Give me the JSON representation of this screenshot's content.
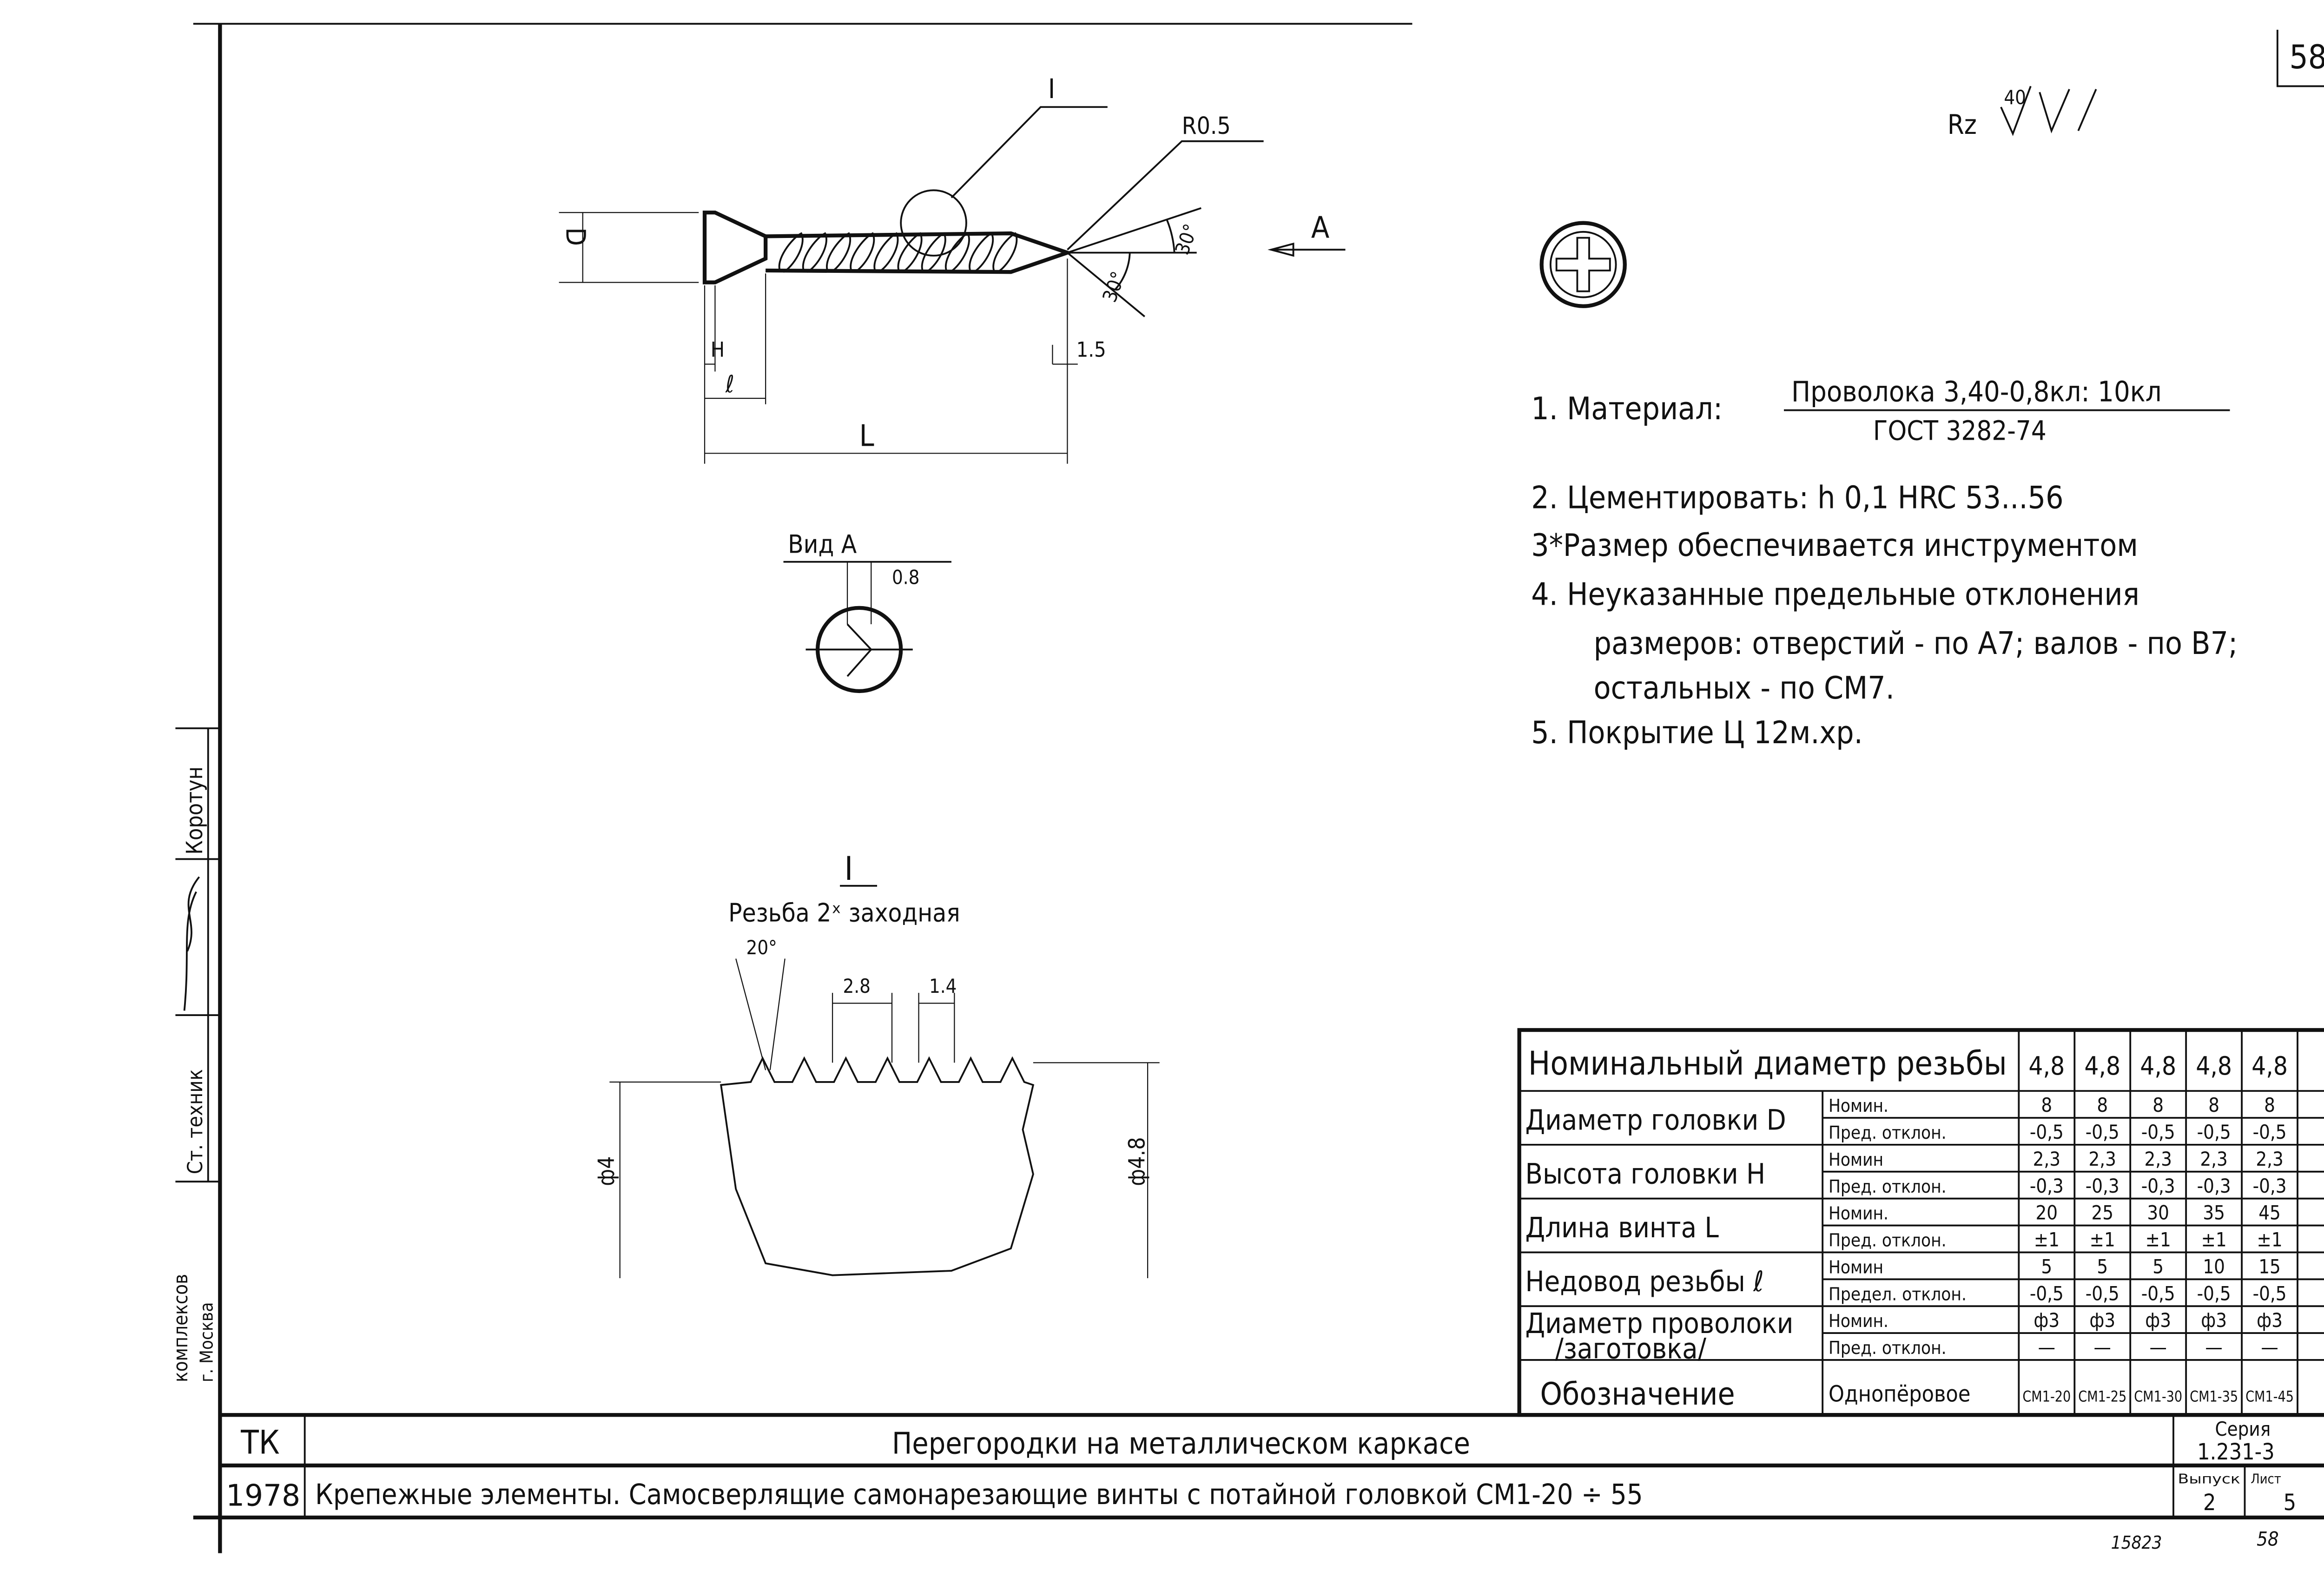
{
  "sheet": {
    "page_number_top": "58",
    "roughness": {
      "symbol": "Rz",
      "value": "40"
    },
    "archive_number": "15823",
    "page_number_bottom": "58"
  },
  "drawing": {
    "detail_label": "I",
    "radius": "R0.5",
    "view_arrow": "A",
    "dim_D": "D",
    "dim_H": "H",
    "dim_l": "ℓ",
    "dim_L": "L",
    "dim_tip": "1.5",
    "angle_1": "30°",
    "angle_2": "30°",
    "view_title": "Вид  А",
    "view_dim": "0.8",
    "detail_title": "I",
    "thread_caption": "Резьба  2ˣ  заходная",
    "thread_angle": "20°",
    "pitch": "2.8",
    "crest": "1.4",
    "dia_inner": "ф4",
    "dia_outer": "ф4.8"
  },
  "notes": {
    "n1_prefix": "1.  Материал:",
    "n1_top": "Проволока 3,40-0,8кл: 10кл",
    "n1_bottom": "ГОСТ 3282-74",
    "n2": "2.  Цементировать: h 0,1  HRC  53...56",
    "n3": "3*Размер  обеспечивается  инструментом",
    "n4a": "4.  Неуказанные  предельные  отклонения",
    "n4b": "размеров: отверстий - по А7; валов - по В7;",
    "n4c": "остальных - по СМ7.",
    "n5": "5.  Покрытие    Ц 12м.хр."
  },
  "table": {
    "header_label": "Номинальный  диаметр  резьбы",
    "header_values": [
      "4,8",
      "4,8",
      "4,8",
      "4,8",
      "4,8"
    ],
    "groups": [
      {
        "label": "Диаметр головки D",
        "rows": [
          {
            "sub": "Номин.",
            "values": [
              "8",
              "8",
              "8",
              "8",
              "8"
            ]
          },
          {
            "sub": "Пред. отклон.",
            "values": [
              "-0,5",
              "-0,5",
              "-0,5",
              "-0,5",
              "-0,5"
            ]
          }
        ]
      },
      {
        "label": "Высота головки H",
        "rows": [
          {
            "sub": "Номин",
            "values": [
              "2,3",
              "2,3",
              "2,3",
              "2,3",
              "2,3"
            ]
          },
          {
            "sub": "Пред. отклон.",
            "values": [
              "-0,3",
              "-0,3",
              "-0,3",
              "-0,3",
              "-0,3"
            ]
          }
        ]
      },
      {
        "label": "Длина винта L",
        "rows": [
          {
            "sub": "Номин.",
            "values": [
              "20",
              "25",
              "30",
              "35",
              "45"
            ]
          },
          {
            "sub": "Пред. отклон.",
            "values": [
              "±1",
              "±1",
              "±1",
              "±1",
              "±1"
            ]
          }
        ]
      },
      {
        "label": "Недовод резьбы ℓ",
        "rows": [
          {
            "sub": "Номин",
            "values": [
              "5",
              "5",
              "5",
              "10",
              "15"
            ]
          },
          {
            "sub": "Предел. отклон.",
            "values": [
              "-0,5",
              "-0,5",
              "-0,5",
              "-0,5",
              "-0,5"
            ]
          }
        ]
      },
      {
        "label": "Диаметр проволоки /заготовка/",
        "rows": [
          {
            "sub": "Номин.",
            "values": [
              "ф3",
              "ф3",
              "ф3",
              "ф3",
              "ф3"
            ]
          },
          {
            "sub": "Пред. отклон.",
            "values": [
              "—",
              "—",
              "—",
              "—",
              "—"
            ]
          }
        ]
      }
    ],
    "designation_label": "Обозначение",
    "designation_sub": "Однопёровое",
    "designation_values": [
      "СМ1-20",
      "СМ1-25",
      "СМ1-30",
      "СМ1-35",
      "СМ1-45"
    ]
  },
  "title_block": {
    "code": "ТК",
    "year": "1978",
    "title": "Перегородки  на  металлическом  каркасе",
    "subtitle": "Крепежные  элементы.  Самосверлящие  самонарезающие  винты  с  потайной  головкой  СМ1-20 ÷ 55",
    "series_label": "Серия",
    "series_value": "1.231-3",
    "issue_label": "Выпуск",
    "issue_value": "2",
    "sheet_label": "Лист",
    "sheet_value": "5"
  },
  "stamp": {
    "surname": "Коротун",
    "position": "Ст. техник",
    "org": "комплексов",
    "city": "г. Москва"
  }
}
